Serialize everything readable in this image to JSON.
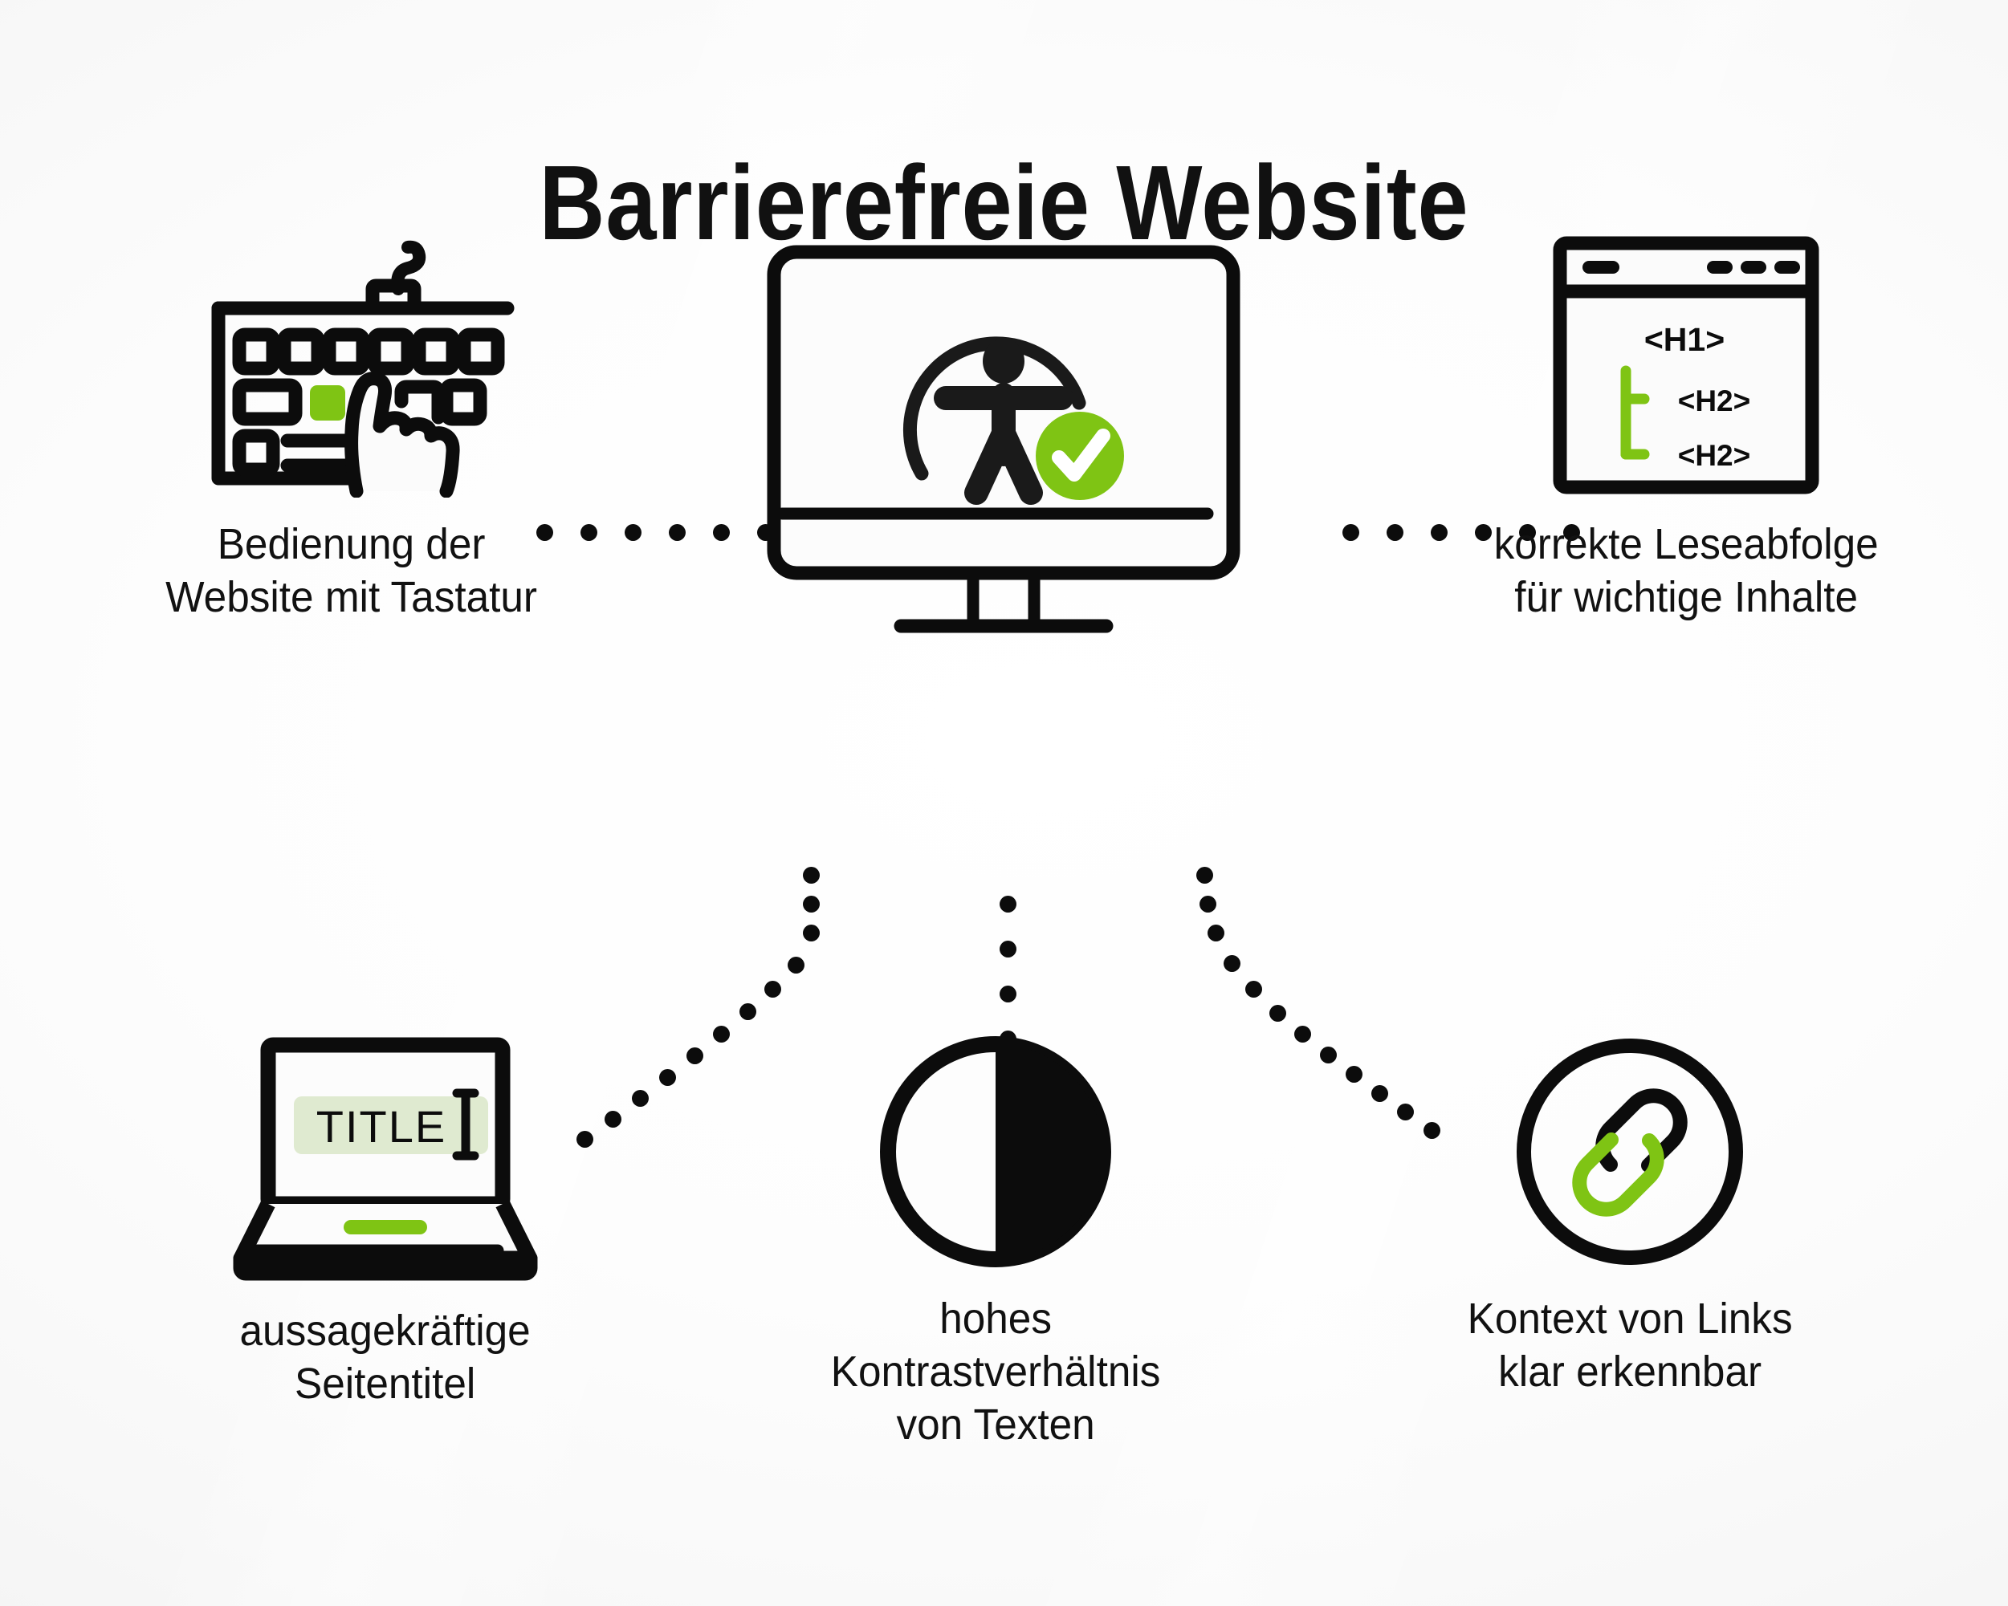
{
  "page": {
    "title": "Barrierefreie Website",
    "background_color": "#f1f1f1",
    "accent_green": "#7fc414",
    "accent_green_light": "#dfead0",
    "ink": "#0c0c0c"
  },
  "center_node": {
    "name": "accessible-website-monitor",
    "icon": "monitor-accessibility-check-icon",
    "caption": ""
  },
  "nodes": [
    {
      "id": "keyboard",
      "icon": "keyboard-hand-icon",
      "caption": "Bedienung der\nWebsite mit Tastatur"
    },
    {
      "id": "headings",
      "icon": "browser-heading-structure-icon",
      "caption": "korrekte Leseabfolge\nfür wichtige Inhalte",
      "code_labels": [
        "<H1>",
        "<H2>",
        "<H2>"
      ]
    },
    {
      "id": "laptop",
      "icon": "laptop-page-title-icon",
      "caption": "aussagekräftige\nSeitentitel",
      "screen_text": "TITLE"
    },
    {
      "id": "contrast",
      "icon": "contrast-circle-icon",
      "caption": "hohes\nKontrastverhältnis\nvon Texten"
    },
    {
      "id": "link",
      "icon": "chain-link-circle-icon",
      "caption": "Kontext von Links\nklar erkennbar"
    }
  ],
  "connectors": [
    {
      "name": "keyboard-to-monitor",
      "style": "dotted",
      "dot_count": 6,
      "orientation": "horizontal"
    },
    {
      "name": "monitor-to-headings",
      "style": "dotted",
      "dot_count": 6,
      "orientation": "horizontal"
    },
    {
      "name": "monitor-to-laptop",
      "style": "dotted",
      "orientation": "diagonal-down-left"
    },
    {
      "name": "monitor-to-contrast",
      "style": "dotted",
      "orientation": "vertical"
    },
    {
      "name": "monitor-to-link",
      "style": "dotted",
      "orientation": "diagonal-down-right"
    }
  ]
}
